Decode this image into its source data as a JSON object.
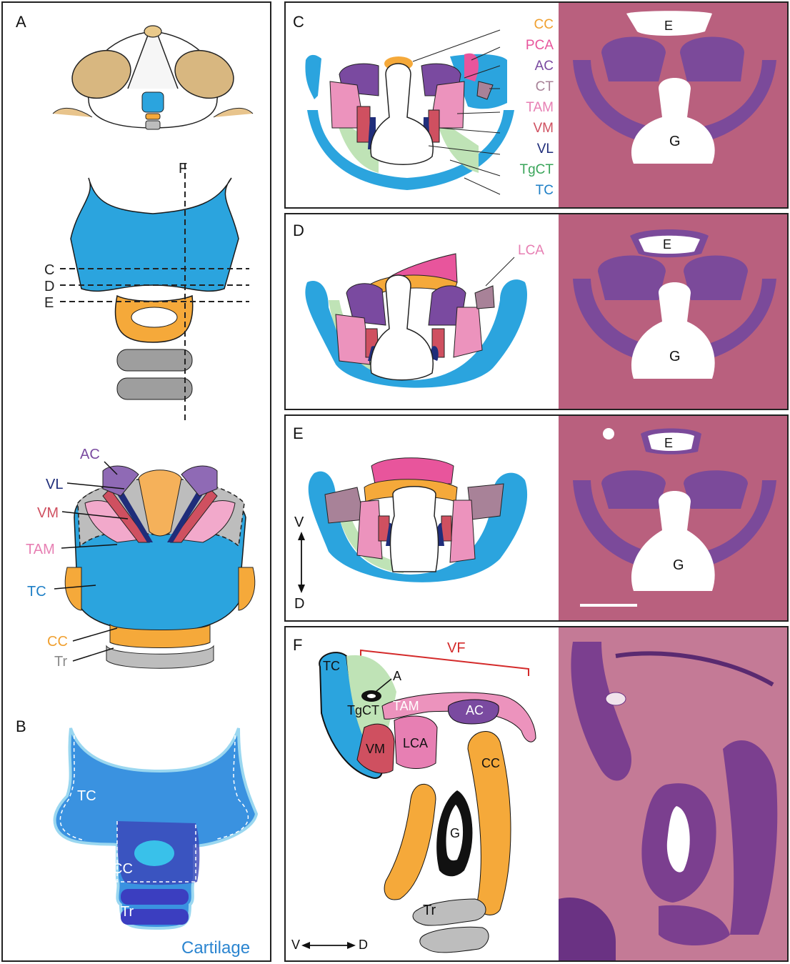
{
  "panels": {
    "A": {
      "label": "A",
      "section_lines": {
        "C": "C",
        "D": "D",
        "E": "E",
        "F": "F"
      },
      "callouts": {
        "AC": "AC",
        "VL": "VL",
        "VM": "VM",
        "TAM": "TAM",
        "TC": "TC",
        "CC": "CC",
        "Tr": "Tr"
      }
    },
    "B": {
      "label": "B",
      "regions": {
        "TC": "TC",
        "CC": "CC",
        "Tr": "Tr"
      },
      "stain": "Cartilage"
    },
    "C": {
      "label": "C",
      "legend": [
        "CC",
        "PCA",
        "AC",
        "CT",
        "TAM",
        "VM",
        "VL",
        "TgCT",
        "TC"
      ],
      "histo_labels": {
        "E": "E",
        "G": "G"
      }
    },
    "D": {
      "label": "D",
      "legend": [
        "LCA"
      ],
      "histo_labels": {
        "E": "E",
        "G": "G"
      }
    },
    "E": {
      "label": "E",
      "axis": {
        "top": "V",
        "bottom": "D"
      },
      "histo_labels": {
        "E": "E",
        "G": "G"
      }
    },
    "F": {
      "label": "F",
      "bracket": "VF",
      "regions": {
        "TC": "TC",
        "A": "A",
        "TgCT": "TgCT",
        "TAM": "TAM",
        "AC": "AC",
        "VM": "VM",
        "LCA": "LCA",
        "CC": "CC",
        "G": "G",
        "Tr": "Tr"
      },
      "axis": {
        "left": "V",
        "right": "D"
      }
    }
  },
  "colors": {
    "TC": "#2ba4de",
    "CC": "#f5a93a",
    "PCA": "#e8559c",
    "AC": "#7a4aa0",
    "CT": "#a88298",
    "TAM": "#ec93bd",
    "VM": "#cf5060",
    "VL": "#1f2d7a",
    "TgCT": "#bfe3b6",
    "LCA": "#e77fb3",
    "Tr": "#bdbdbd"
  }
}
